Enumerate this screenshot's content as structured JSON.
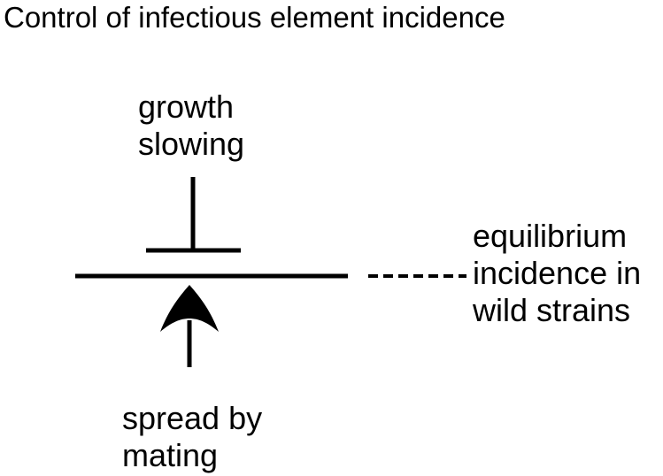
{
  "title": "Control of infectious element incidence",
  "inhibitor": {
    "label": "growth\nslowing"
  },
  "activator": {
    "label": "spread by\nmating"
  },
  "outcome": {
    "label": "equilibrium\nincidence in\nwild strains"
  },
  "colors": {
    "ink": "#000000",
    "background": "#ffffff"
  }
}
